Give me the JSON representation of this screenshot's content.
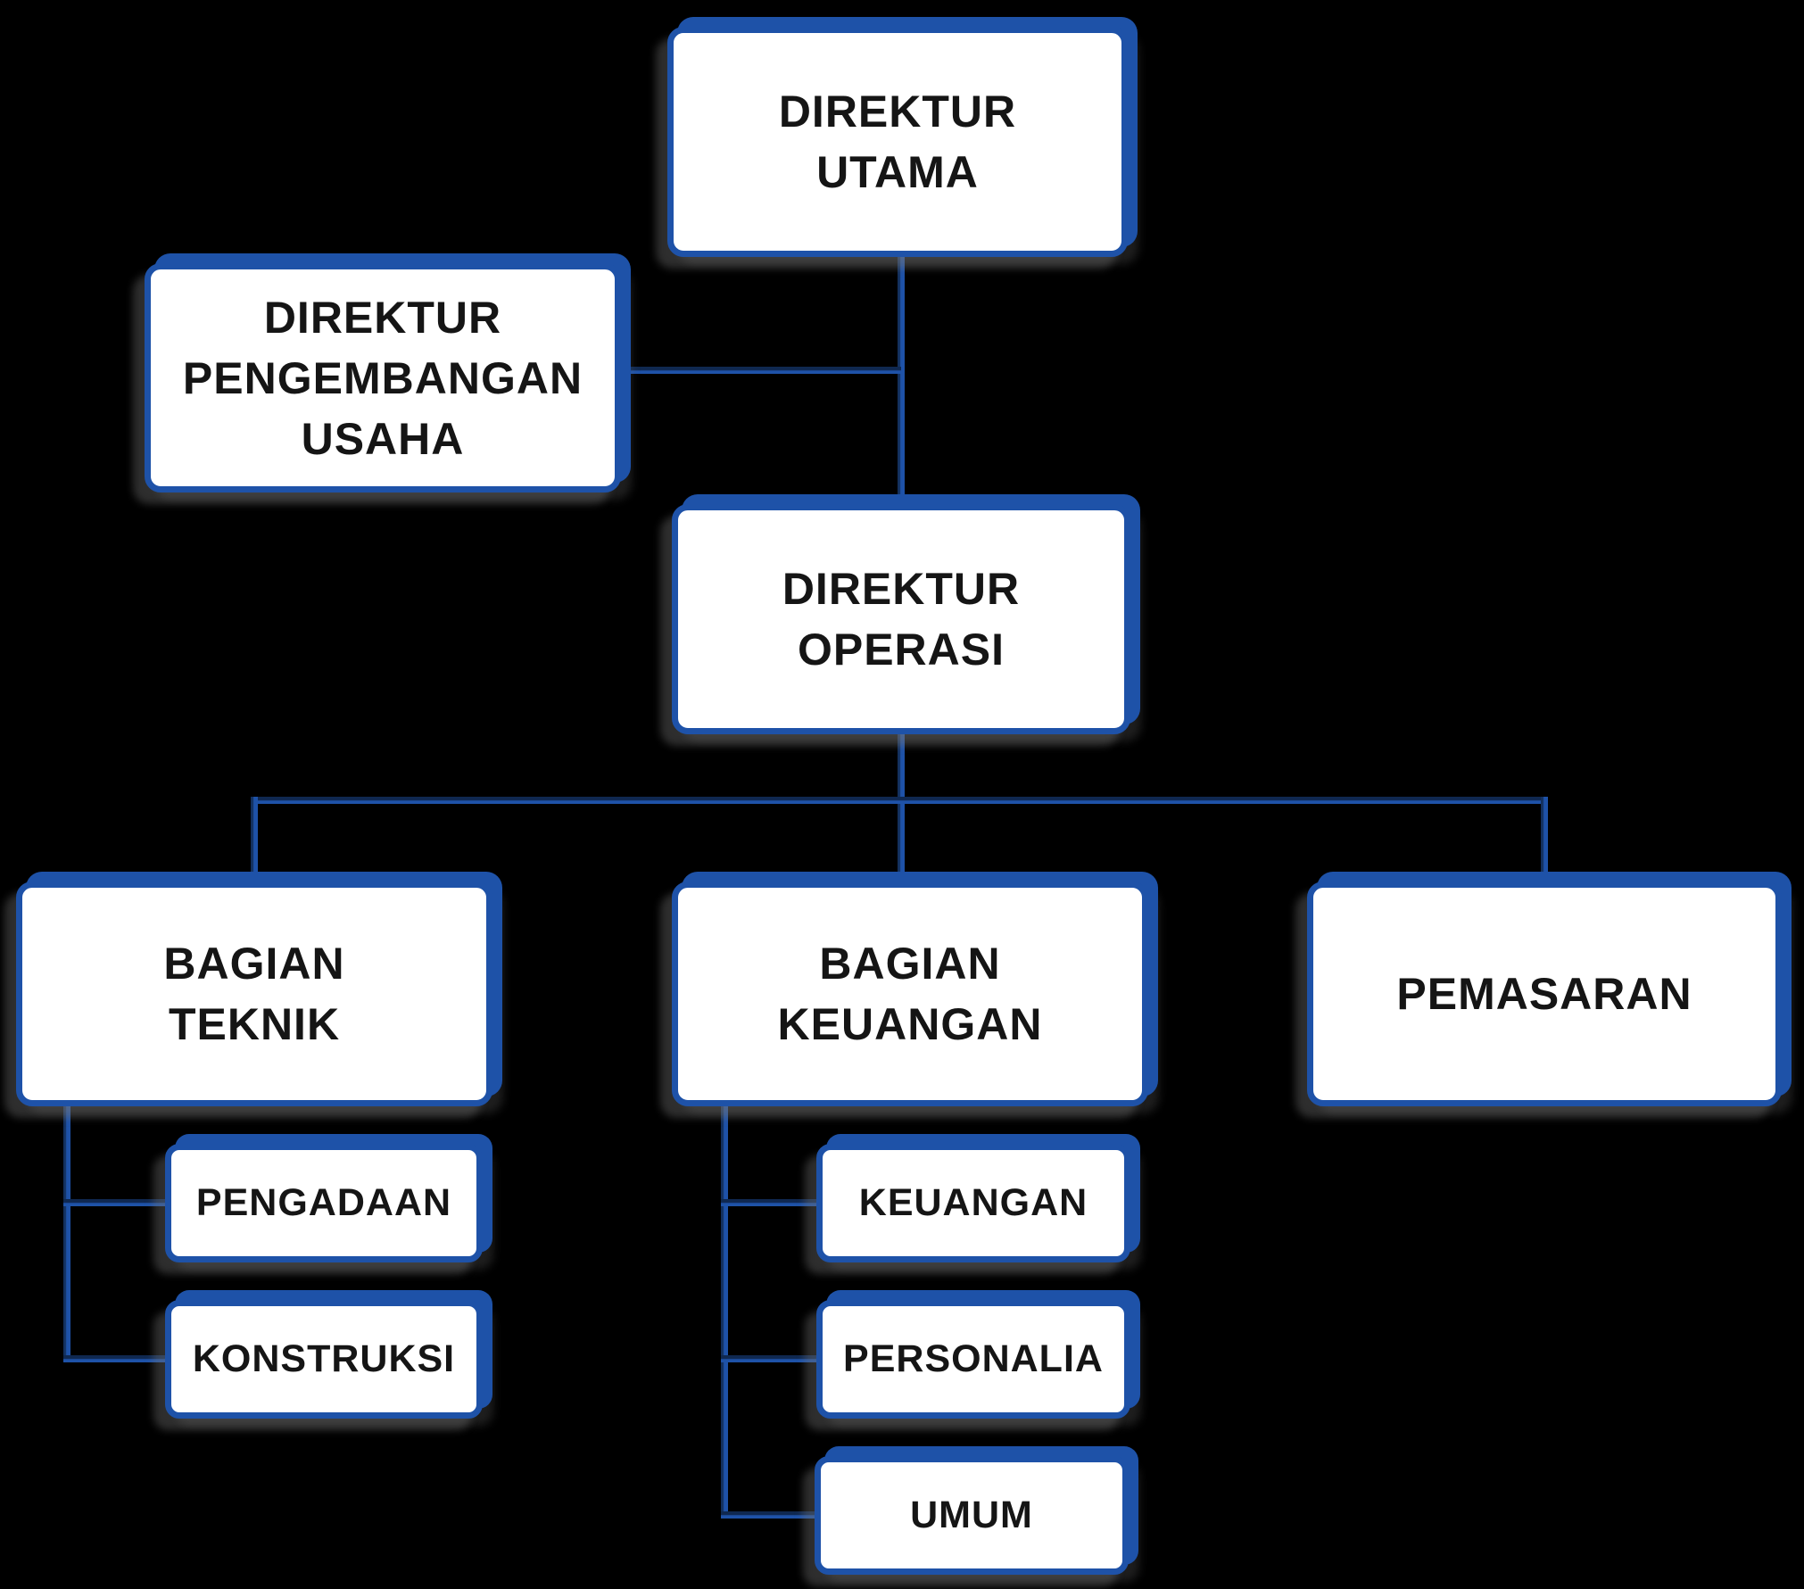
{
  "chart_title": "",
  "colors": {
    "background": "#000000",
    "box_fill": "#ffffff",
    "box_border_blue": "#1e52a8",
    "connector_blue": "#1e52a8",
    "connector_dark_navy": "#0f2850",
    "text": "#151515",
    "shadow_gray": "#787878"
  },
  "nodes": [
    {
      "id": "direktur-utama",
      "label": "DIREKTUR\nUTAMA"
    },
    {
      "id": "direktur-pengembangan-usaha",
      "label": "DIREKTUR\nPENGEMBANGAN\nUSAHA"
    },
    {
      "id": "direktur-operasi",
      "label": "DIREKTUR\nOPERASI"
    },
    {
      "id": "bagian-teknik",
      "label": "BAGIAN\nTEKNIK"
    },
    {
      "id": "bagian-keuangan",
      "label": "BAGIAN\nKEUANGAN"
    },
    {
      "id": "pemasaran",
      "label": "PEMASARAN"
    },
    {
      "id": "pengadaan",
      "label": "PENGADAAN"
    },
    {
      "id": "konstruksi",
      "label": "KONSTRUKSI"
    },
    {
      "id": "keuangan",
      "label": "KEUANGAN"
    },
    {
      "id": "personalia",
      "label": "PERSONALIA"
    },
    {
      "id": "umum",
      "label": "UMUM"
    }
  ],
  "edges": [
    {
      "from": "direktur-utama",
      "to": "direktur-pengembangan-usaha"
    },
    {
      "from": "direktur-utama",
      "to": "direktur-operasi"
    },
    {
      "from": "direktur-operasi",
      "to": "bagian-teknik"
    },
    {
      "from": "direktur-operasi",
      "to": "bagian-keuangan"
    },
    {
      "from": "direktur-operasi",
      "to": "pemasaran"
    },
    {
      "from": "bagian-teknik",
      "to": "pengadaan"
    },
    {
      "from": "bagian-teknik",
      "to": "konstruksi"
    },
    {
      "from": "bagian-keuangan",
      "to": "keuangan"
    },
    {
      "from": "bagian-keuangan",
      "to": "personalia"
    },
    {
      "from": "bagian-keuangan",
      "to": "umum"
    }
  ]
}
